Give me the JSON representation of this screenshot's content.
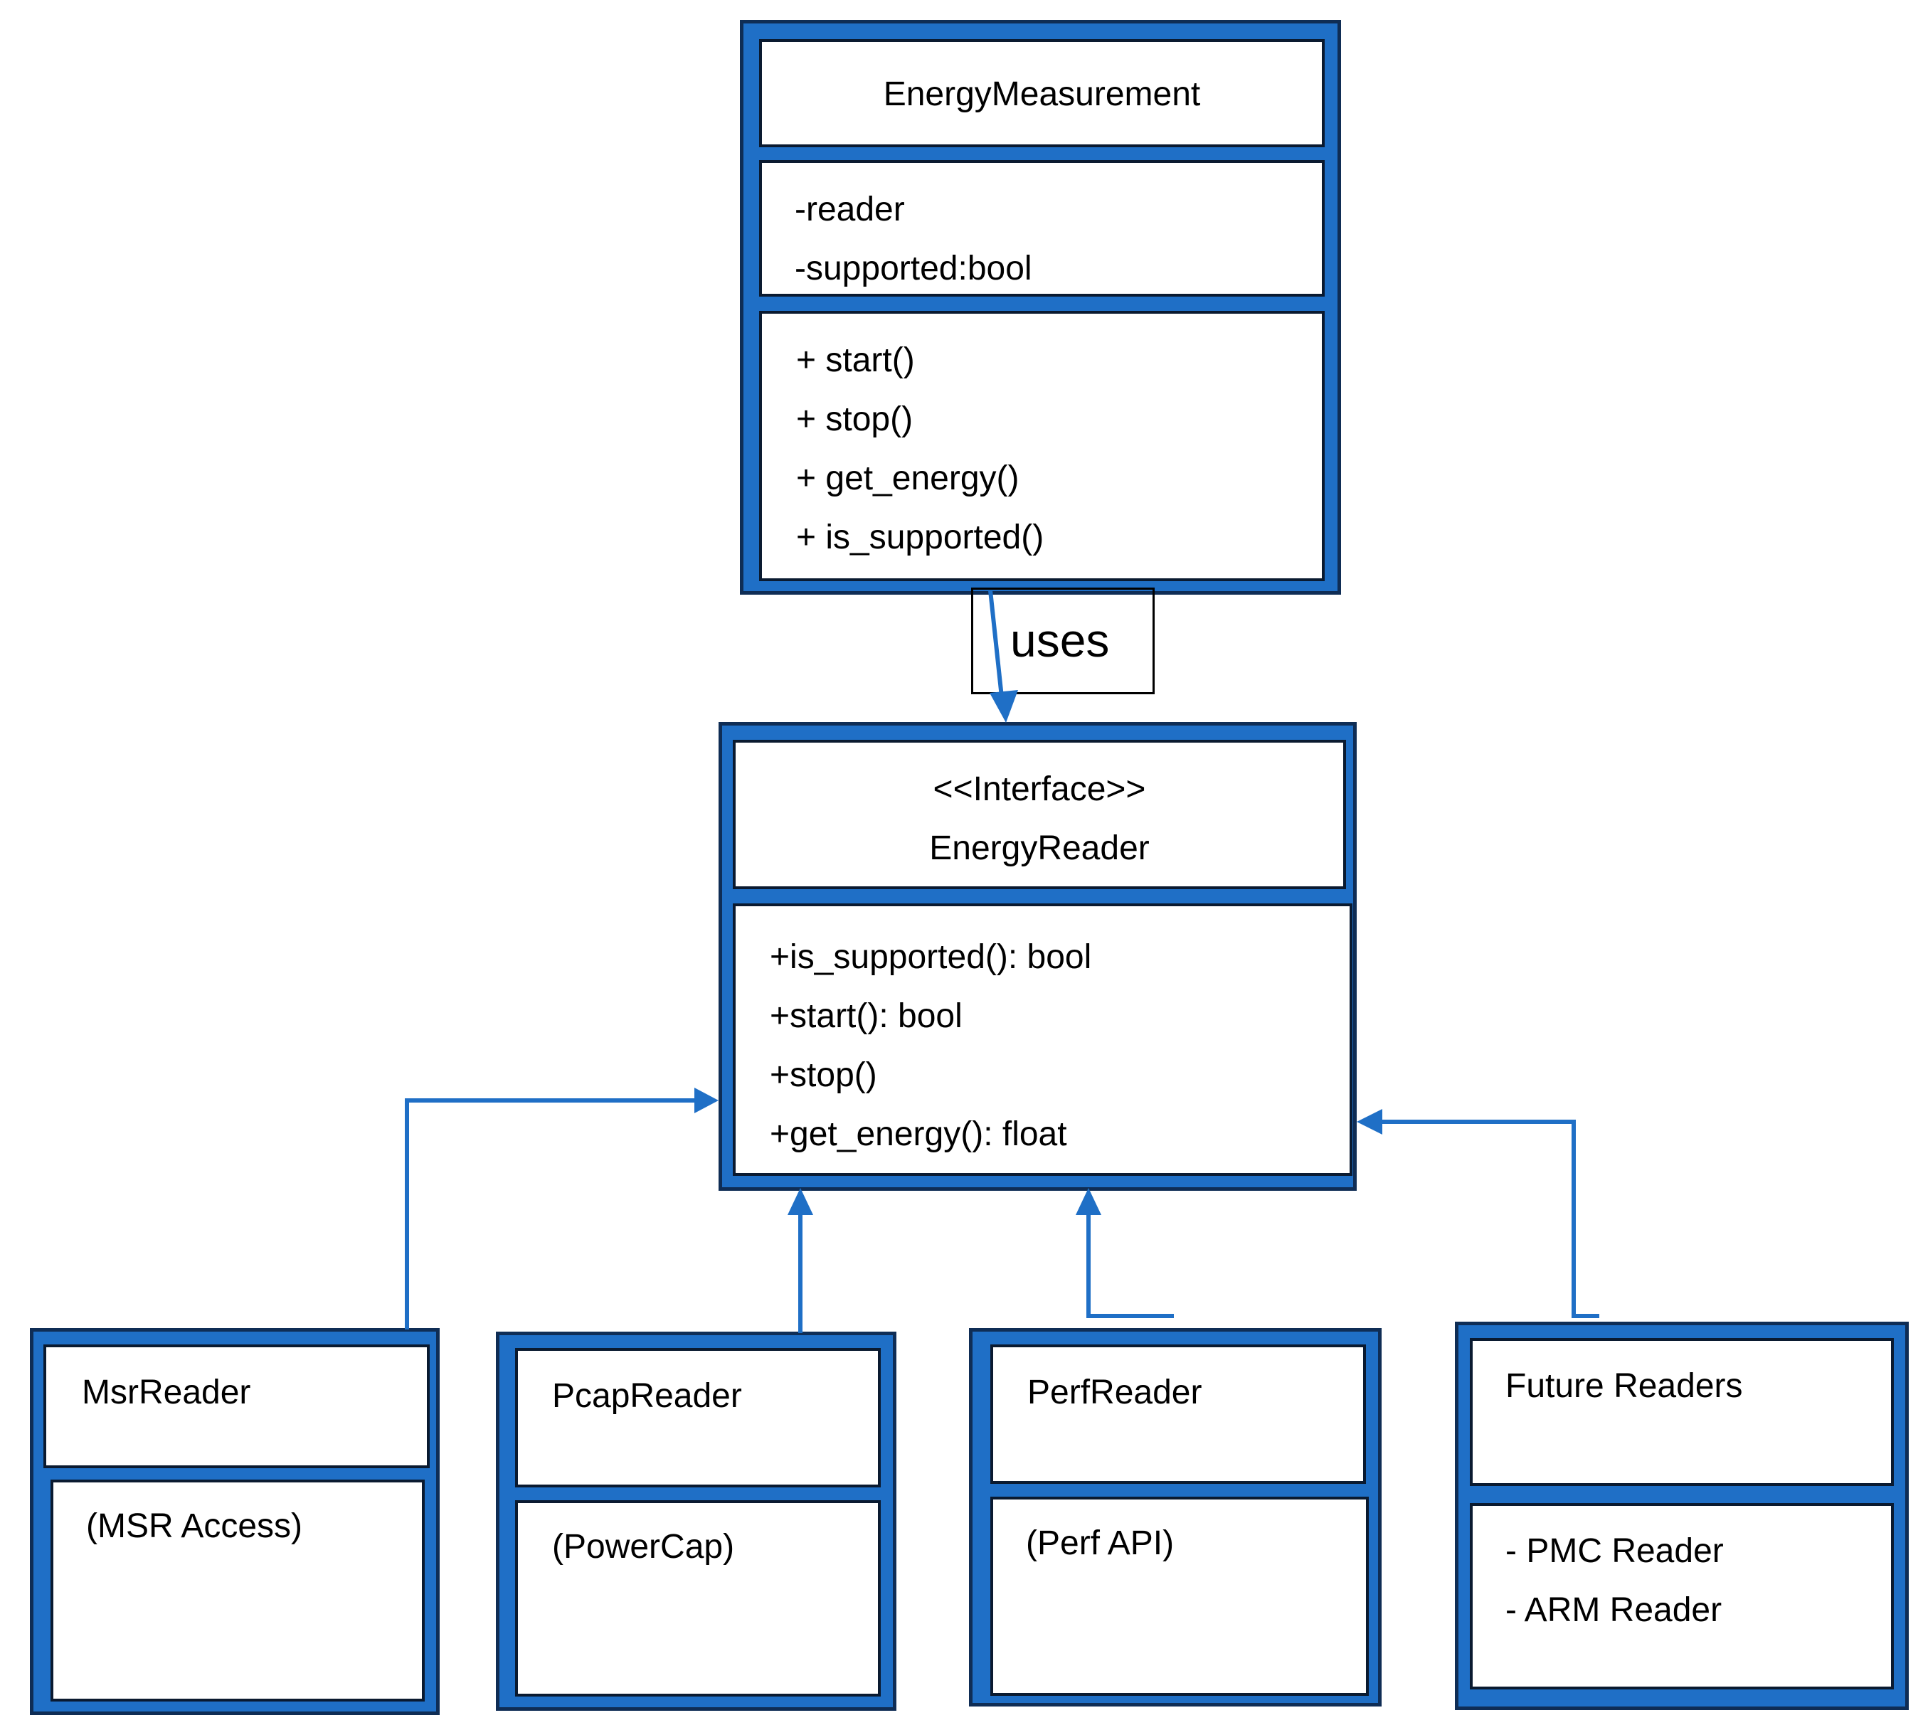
{
  "colors": {
    "class_fill": "#1f6fc6",
    "class_border": "#0f2d55",
    "connector": "#1f6fc6"
  },
  "energy_measurement": {
    "name": "EnergyMeasurement",
    "attributes": [
      "-reader",
      "-supported:bool"
    ],
    "methods": [
      "+ start()",
      "+ stop()",
      "+ get_energy()",
      "+ is_supported()"
    ]
  },
  "relation": {
    "label": "uses"
  },
  "energy_reader": {
    "stereotype": "<<Interface>>",
    "name": "EnergyReader",
    "methods": [
      "+is_supported(): bool",
      "+start(): bool",
      "+stop()",
      "+get_energy(): float"
    ]
  },
  "implementations": {
    "msr": {
      "name": "MsrReader",
      "details": [
        "(MSR Access)"
      ]
    },
    "pcap": {
      "name": "PcapReader",
      "details": [
        "(PowerCap)"
      ]
    },
    "perf": {
      "name": "PerfReader",
      "details": [
        "(Perf API)"
      ]
    },
    "future": {
      "name": "Future Readers",
      "details": [
        "- PMC Reader",
        "- ARM Reader"
      ]
    }
  }
}
